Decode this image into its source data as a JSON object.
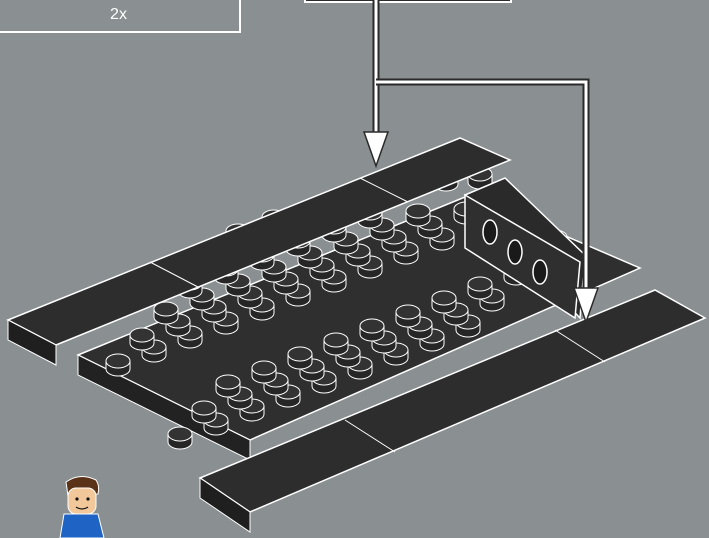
{
  "instruction_step": {
    "parts_callout": {
      "count_label": "2x"
    },
    "colors": {
      "background": "#8a8f92",
      "brick_dark": "#2c2c2c",
      "outline": "#ffffff",
      "minifig_blue": "#1f63c4",
      "minifig_hair": "#5a3218"
    },
    "callout_arrows": 2,
    "studs_per_plate_row": 10,
    "icons": [
      "callout-arrow-icon",
      "minifigure-icon"
    ]
  }
}
